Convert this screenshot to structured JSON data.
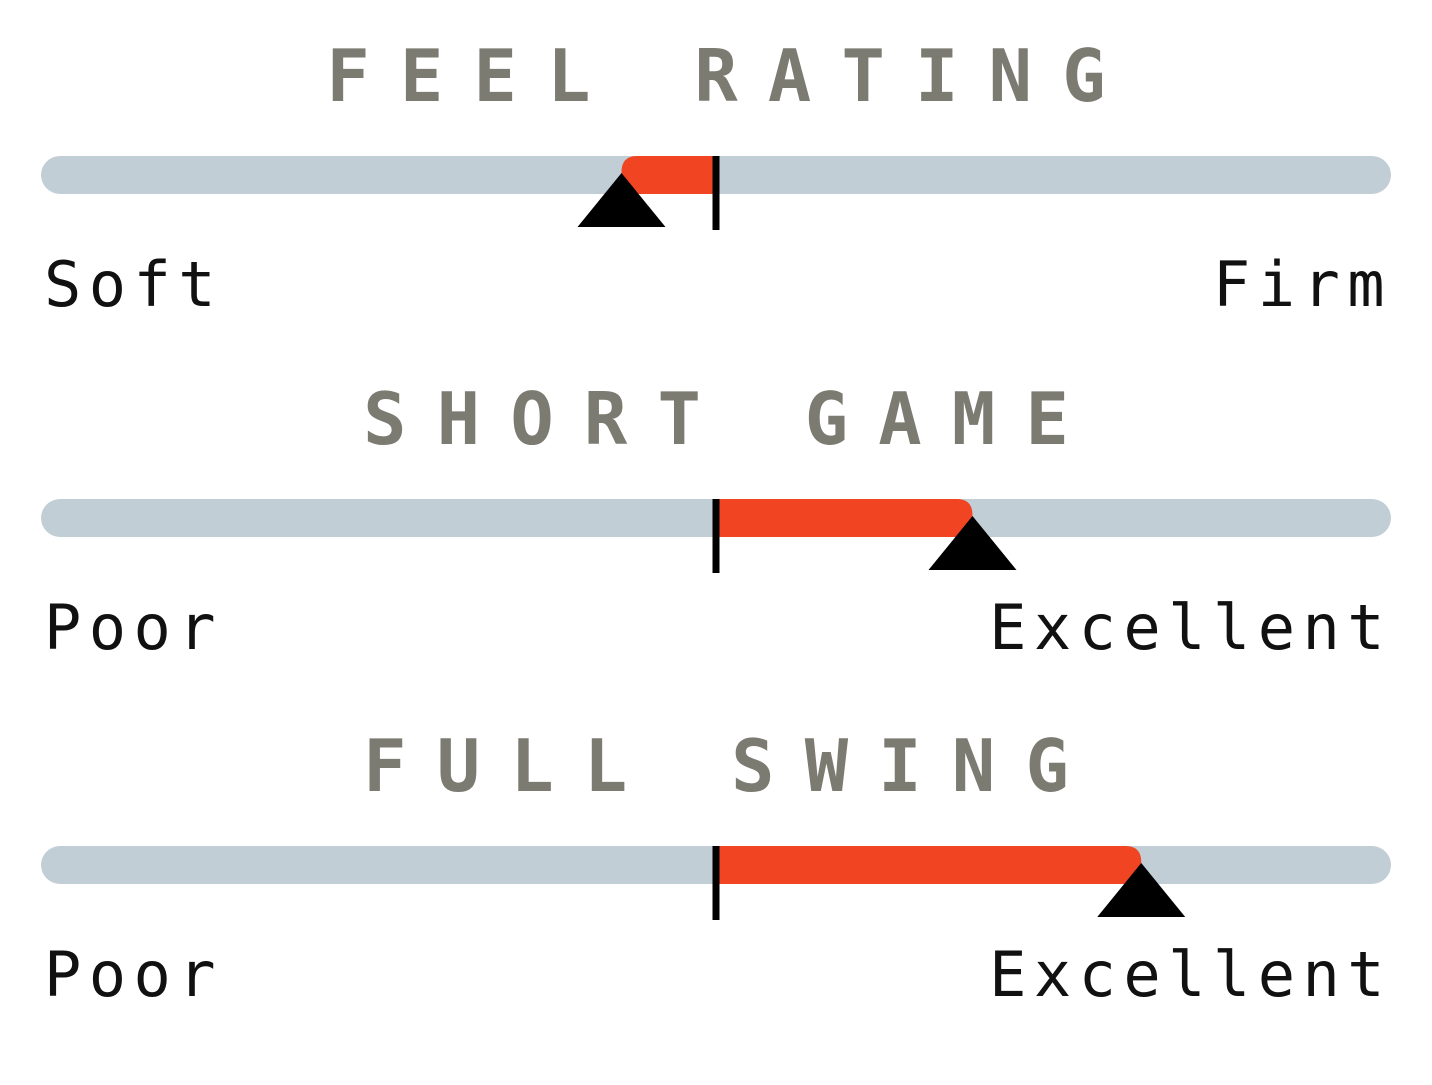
{
  "colors": {
    "track": "#c1ced5",
    "fill": "#f04423",
    "marker": "#000000",
    "title": "#7c7b72",
    "label": "#111111"
  },
  "chart_data": [
    {
      "type": "bar",
      "title": "FEEL RATING",
      "left_label": "Soft",
      "right_label": "Firm",
      "range": [
        -1,
        1
      ],
      "center": 0,
      "value": -0.14
    },
    {
      "type": "bar",
      "title": "SHORT GAME",
      "left_label": "Poor",
      "right_label": "Excellent",
      "range": [
        -1,
        1
      ],
      "center": 0,
      "value": 0.38
    },
    {
      "type": "bar",
      "title": "FULL SWING",
      "left_label": "Poor",
      "right_label": "Excellent",
      "range": [
        -1,
        1
      ],
      "center": 0,
      "value": 0.63
    }
  ]
}
